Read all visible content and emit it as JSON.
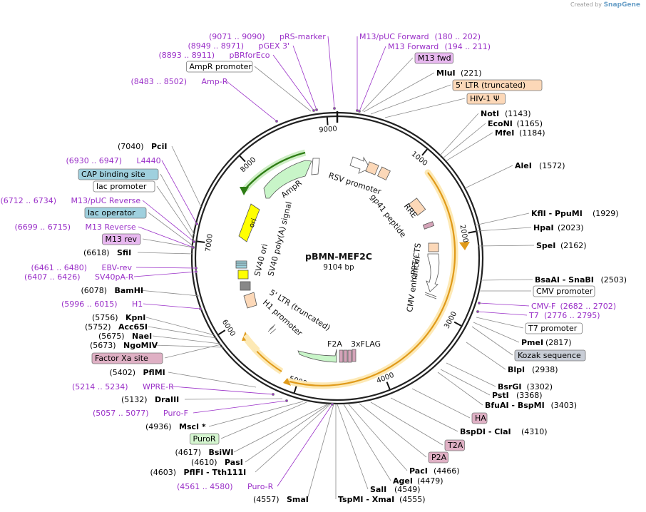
{
  "credit": {
    "created_by": "Created by",
    "brand": "SnapGene"
  },
  "plasmid": {
    "name": "pBMN-MEF2C",
    "size": "9104 bp",
    "total_bp": 9104
  },
  "ticks": [
    {
      "bp": 1000,
      "label": "1000"
    },
    {
      "bp": 2000,
      "label": "2000"
    },
    {
      "bp": 3000,
      "label": "3000"
    },
    {
      "bp": 4000,
      "label": "4000"
    },
    {
      "bp": 5000,
      "label": "5000"
    },
    {
      "bp": 6000,
      "label": "6000"
    },
    {
      "bp": 7000,
      "label": "7000"
    },
    {
      "bp": 8000,
      "label": "8000"
    },
    {
      "bp": 9000,
      "label": "9000"
    }
  ],
  "features": [
    {
      "name": "RSV promoter",
      "label": "RSV promoter",
      "color": "#ffffff"
    },
    {
      "name": "5' LTR (truncated) top",
      "label": "",
      "color": "#fcd8b8"
    },
    {
      "name": "HIV-1 psi",
      "label": "",
      "color": "#fcd8b8"
    },
    {
      "name": "RRE",
      "label": "RRE",
      "color": "#fcd8b8"
    },
    {
      "name": "gp41 peptide",
      "label": "gp41 peptide",
      "color": "#d4a3b8"
    },
    {
      "name": "cPPT/CTS",
      "label": "cPPT/CTS",
      "color": "#fcd8b8"
    },
    {
      "name": "CMV enhancer",
      "label": "CMV enhancer",
      "color": "#ffffff"
    },
    {
      "name": "MEF2C",
      "label": "",
      "color": "#f5c37a"
    },
    {
      "name": "3xFLAG",
      "label": "3xFLAG",
      "color": "#d4a3b8"
    },
    {
      "name": "F2A",
      "label": "F2A",
      "color": "#d4a3b8"
    },
    {
      "name": "PuroR",
      "label": "",
      "color": "#c8f5c8"
    },
    {
      "name": "H1 promoter",
      "label": "H1 promoter",
      "color": "#ffffff"
    },
    {
      "name": "5' LTR (truncated)",
      "label": "5' LTR (truncated)",
      "color": "#fcd8b8"
    },
    {
      "name": "SV40 poly(A) signal",
      "label": "SV40 poly(A) signal",
      "color": "#888888"
    },
    {
      "name": "SV40 ori",
      "label": "SV40 ori",
      "color": "#ffff00"
    },
    {
      "name": "ori",
      "label": "ori",
      "color": "#ffff00"
    },
    {
      "name": "AmpR",
      "label": "AmpR",
      "color": "#c8f5c8"
    },
    {
      "name": "AmpR promoter",
      "label": "",
      "color": "#ffffff"
    }
  ],
  "labels": [
    {
      "id": "prs-marker",
      "pre": "(9071 .. 9090)",
      "name": "pRS-marker",
      "post": "",
      "style": "primer"
    },
    {
      "id": "pgex3",
      "pre": "(8949 .. 8971)",
      "name": "pGEX 3'",
      "post": "",
      "style": "primer"
    },
    {
      "id": "pbrforeco",
      "pre": "(8893 .. 8911)",
      "name": "pBRforEco",
      "post": "",
      "style": "primer"
    },
    {
      "id": "ampr-promoter",
      "pre": "",
      "name": "AmpR promoter",
      "post": "",
      "style": "box-white"
    },
    {
      "id": "amp-r",
      "pre": "(8483 .. 8502)",
      "name": "Amp-R",
      "post": "",
      "style": "primer"
    },
    {
      "id": "m13puc-forward",
      "pre": "",
      "name": "M13/pUC Forward",
      "post": "(180 .. 202)",
      "style": "primer"
    },
    {
      "id": "m13-forward",
      "pre": "",
      "name": "M13 Forward",
      "post": "(194 .. 211)",
      "style": "primer"
    },
    {
      "id": "m13-fwd",
      "pre": "",
      "name": "M13 fwd",
      "post": "",
      "style": "box-purple"
    },
    {
      "id": "mlui",
      "pre": "",
      "name": "MluI",
      "post": "(221)",
      "style": "site"
    },
    {
      "id": "ltr-truncated",
      "pre": "",
      "name": "5' LTR (truncated)",
      "post": "",
      "style": "box-peach"
    },
    {
      "id": "hiv1-psi",
      "pre": "",
      "name": "HIV-1 Ψ",
      "post": "",
      "style": "box-peach"
    },
    {
      "id": "noti",
      "pre": "",
      "name": "NotI",
      "post": "(1143)",
      "style": "site"
    },
    {
      "id": "econi",
      "pre": "",
      "name": "EcoNI",
      "post": "(1165)",
      "style": "site"
    },
    {
      "id": "mfei",
      "pre": "",
      "name": "MfeI",
      "post": "(1184)",
      "style": "site"
    },
    {
      "id": "alei",
      "pre": "",
      "name": "AleI",
      "post": "(1572)",
      "style": "site"
    },
    {
      "id": "kfli",
      "pre": "",
      "name": "KflI - PpuMI",
      "post": "(1929)",
      "style": "site"
    },
    {
      "id": "hpai",
      "pre": "",
      "name": "HpaI",
      "post": "(2023)",
      "style": "site"
    },
    {
      "id": "spei",
      "pre": "",
      "name": "SpeI",
      "post": "(2162)",
      "style": "site"
    },
    {
      "id": "bsaai",
      "pre": "",
      "name": "BsaAI - SnaBI",
      "post": "(2503)",
      "style": "site"
    },
    {
      "id": "cmv-promoter",
      "pre": "",
      "name": "CMV promoter",
      "post": "",
      "style": "box-white"
    },
    {
      "id": "cmv-f",
      "pre": "",
      "name": "CMV-F",
      "post": "(2682 .. 2702)",
      "style": "primer"
    },
    {
      "id": "t7",
      "pre": "",
      "name": "T7",
      "post": "(2776 .. 2795)",
      "style": "primer"
    },
    {
      "id": "t7-promoter",
      "pre": "",
      "name": "T7 promoter",
      "post": "",
      "style": "box-white"
    },
    {
      "id": "pmei",
      "pre": "",
      "name": "PmeI",
      "post": "(2817)",
      "style": "site"
    },
    {
      "id": "kozak",
      "pre": "",
      "name": "Kozak sequence",
      "post": "",
      "style": "box-gray"
    },
    {
      "id": "blpi",
      "pre": "",
      "name": "BlpI",
      "post": "(2938)",
      "style": "site"
    },
    {
      "id": "bsrgi",
      "pre": "",
      "name": "BsrGI",
      "post": "(3302)",
      "style": "site"
    },
    {
      "id": "psti",
      "pre": "",
      "name": "PstI",
      "post": "(3368)",
      "style": "site"
    },
    {
      "id": "bfuai",
      "pre": "",
      "name": "BfuAI - BspMI",
      "post": "(3403)",
      "style": "site"
    },
    {
      "id": "ha",
      "pre": "",
      "name": "HA",
      "post": "",
      "style": "box-pink"
    },
    {
      "id": "bspdi",
      "pre": "",
      "name": "BspDI - ClaI",
      "post": "(4310)",
      "style": "site"
    },
    {
      "id": "t2a",
      "pre": "",
      "name": "T2A",
      "post": "",
      "style": "box-pink"
    },
    {
      "id": "p2a",
      "pre": "",
      "name": "P2A",
      "post": "",
      "style": "box-pink"
    },
    {
      "id": "paci",
      "pre": "",
      "name": "PacI",
      "post": "(4466)",
      "style": "site"
    },
    {
      "id": "agei",
      "pre": "",
      "name": "AgeI",
      "post": "(4479)",
      "style": "site"
    },
    {
      "id": "sali",
      "pre": "",
      "name": "SalI",
      "post": "(4549)",
      "style": "site"
    },
    {
      "id": "tspmi",
      "pre": "",
      "name": "TspMI - XmaI",
      "post": "(4555)",
      "style": "site"
    },
    {
      "id": "smai",
      "pre": "(4557)",
      "name": "SmaI",
      "post": "",
      "style": "site"
    },
    {
      "id": "puro-r",
      "pre": "(4561 .. 4580)",
      "name": "Puro-R",
      "post": "",
      "style": "primer"
    },
    {
      "id": "pflfi",
      "pre": "(4603)",
      "name": "PflFI - Tth111I",
      "post": "",
      "style": "site"
    },
    {
      "id": "pasi",
      "pre": "(4610)",
      "name": "PasI",
      "post": "",
      "style": "site"
    },
    {
      "id": "bsiwi",
      "pre": "(4617)",
      "name": "BsiWI",
      "post": "",
      "style": "site"
    },
    {
      "id": "puror",
      "pre": "",
      "name": "PuroR",
      "post": "",
      "style": "box-green"
    },
    {
      "id": "msci",
      "pre": "(4936)",
      "name": "MscI *",
      "post": "",
      "style": "site"
    },
    {
      "id": "puro-f",
      "pre": "(5057 .. 5077)",
      "name": "Puro-F",
      "post": "",
      "style": "primer"
    },
    {
      "id": "draiii",
      "pre": "(5132)",
      "name": "DraIII",
      "post": "",
      "style": "site"
    },
    {
      "id": "wpre-r",
      "pre": "(5214 .. 5234)",
      "name": "WPRE-R",
      "post": "",
      "style": "primer"
    },
    {
      "id": "pflmi",
      "pre": "(5402)",
      "name": "PflMI",
      "post": "",
      "style": "site"
    },
    {
      "id": "factor-xa",
      "pre": "",
      "name": "Factor Xa site",
      "post": "",
      "style": "box-pink"
    },
    {
      "id": "ngomiv",
      "pre": "(5673)",
      "name": "NgoMIV",
      "post": "",
      "style": "site"
    },
    {
      "id": "naei",
      "pre": "(5675)",
      "name": "NaeI",
      "post": "",
      "style": "site"
    },
    {
      "id": "acc65i",
      "pre": "(5752)",
      "name": "Acc65I",
      "post": "",
      "style": "site"
    },
    {
      "id": "kpni",
      "pre": "(5756)",
      "name": "KpnI",
      "post": "",
      "style": "site"
    },
    {
      "id": "h1",
      "pre": "(5996 .. 6015)",
      "name": "H1",
      "post": "",
      "style": "primer"
    },
    {
      "id": "bamhi",
      "pre": "(6078)",
      "name": "BamHI",
      "post": "",
      "style": "site"
    },
    {
      "id": "sv40pa-r",
      "pre": "(6407 .. 6426)",
      "name": "SV40pA-R",
      "post": "",
      "style": "primer"
    },
    {
      "id": "ebv-rev",
      "pre": "(6461 .. 6480)",
      "name": "EBV-rev",
      "post": "",
      "style": "primer"
    },
    {
      "id": "sfii",
      "pre": "(6618)",
      "name": "SfiI",
      "post": "",
      "style": "site"
    },
    {
      "id": "m13-rev",
      "pre": "",
      "name": "M13 rev",
      "post": "",
      "style": "box-purple"
    },
    {
      "id": "m13-reverse",
      "pre": "(6699 .. 6715)",
      "name": "M13 Reverse",
      "post": "",
      "style": "primer"
    },
    {
      "id": "lac-operator",
      "pre": "",
      "name": "lac operator",
      "post": "",
      "style": "box-teal"
    },
    {
      "id": "m13puc-reverse",
      "pre": "(6712 .. 6734)",
      "name": "M13/pUC Reverse",
      "post": "",
      "style": "primer"
    },
    {
      "id": "lac-promoter",
      "pre": "",
      "name": "lac promoter",
      "post": "",
      "style": "box-white"
    },
    {
      "id": "cap-binding",
      "pre": "",
      "name": "CAP binding site",
      "post": "",
      "style": "box-teal"
    },
    {
      "id": "l4440",
      "pre": "(6930 .. 6947)",
      "name": "L4440",
      "post": "",
      "style": "primer"
    },
    {
      "id": "pcii",
      "pre": "(7040)",
      "name": "PciI",
      "post": "",
      "style": "site"
    }
  ],
  "colors": {
    "primer": "#9a30c8",
    "site": "#000000",
    "backbone": "#222222",
    "orf": "#e8a020",
    "orf_glow": "#fde9b5",
    "ampr": "#2e7d15",
    "ampr_glow": "#cdeec4"
  }
}
